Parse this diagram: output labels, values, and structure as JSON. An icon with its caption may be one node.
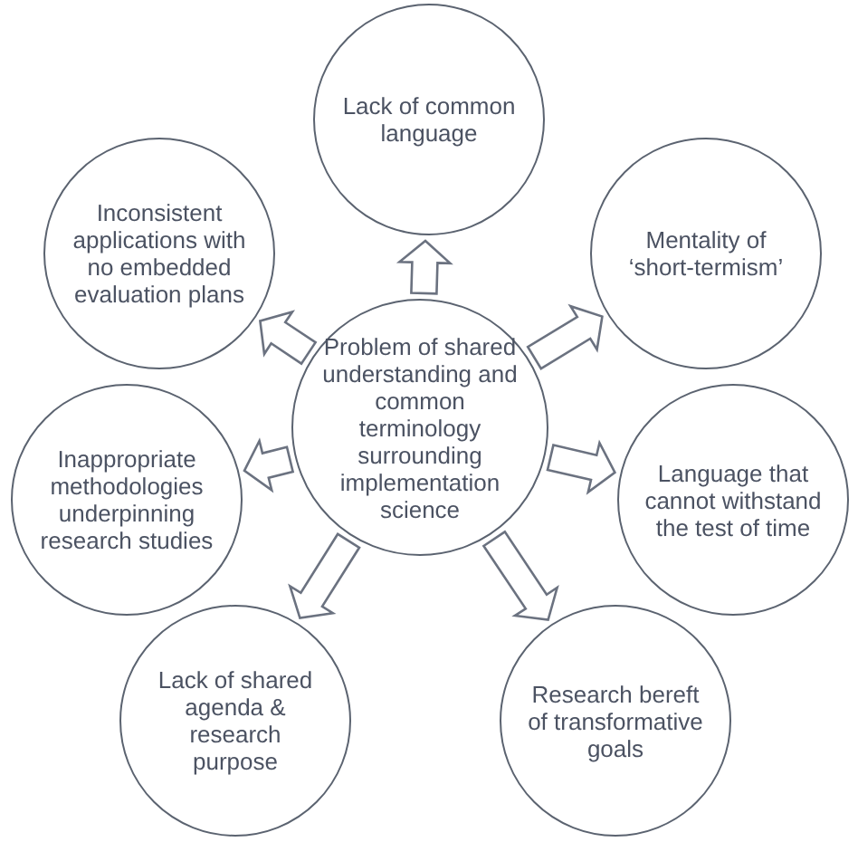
{
  "diagram": {
    "nodes": [
      {
        "text": [
          "Problem of shared understanding and common terminology surrounding implementation science"
        ]
      },
      {
        "text": [
          "Lack of common language"
        ]
      },
      {
        "text": [
          "Mentality of ‘short-termism’"
        ]
      },
      {
        "text": [
          "Language that cannot withstand the test of time"
        ]
      },
      {
        "text": [
          "Research bereft of transformative goals"
        ]
      },
      {
        "text": [
          "Lack of shared agenda & research purpose"
        ]
      },
      {
        "text": [
          "Inappropriate methodologies underpinning research studies"
        ]
      },
      {
        "text": [
          "Inconsistent applications with no embedded evaluation plans"
        ]
      }
    ],
    "edges": [
      {
        "from": 0,
        "to": 1,
        "arrow": "to"
      },
      {
        "from": 0,
        "to": 2,
        "arrow": "to"
      },
      {
        "from": 0,
        "to": 3,
        "arrow": "to"
      },
      {
        "from": 0,
        "to": 4,
        "arrow": "to"
      },
      {
        "from": 0,
        "to": 5,
        "arrow": "to"
      },
      {
        "from": 0,
        "to": 6,
        "arrow": "to"
      },
      {
        "from": 0,
        "to": 7,
        "arrow": "to"
      }
    ]
  }
}
